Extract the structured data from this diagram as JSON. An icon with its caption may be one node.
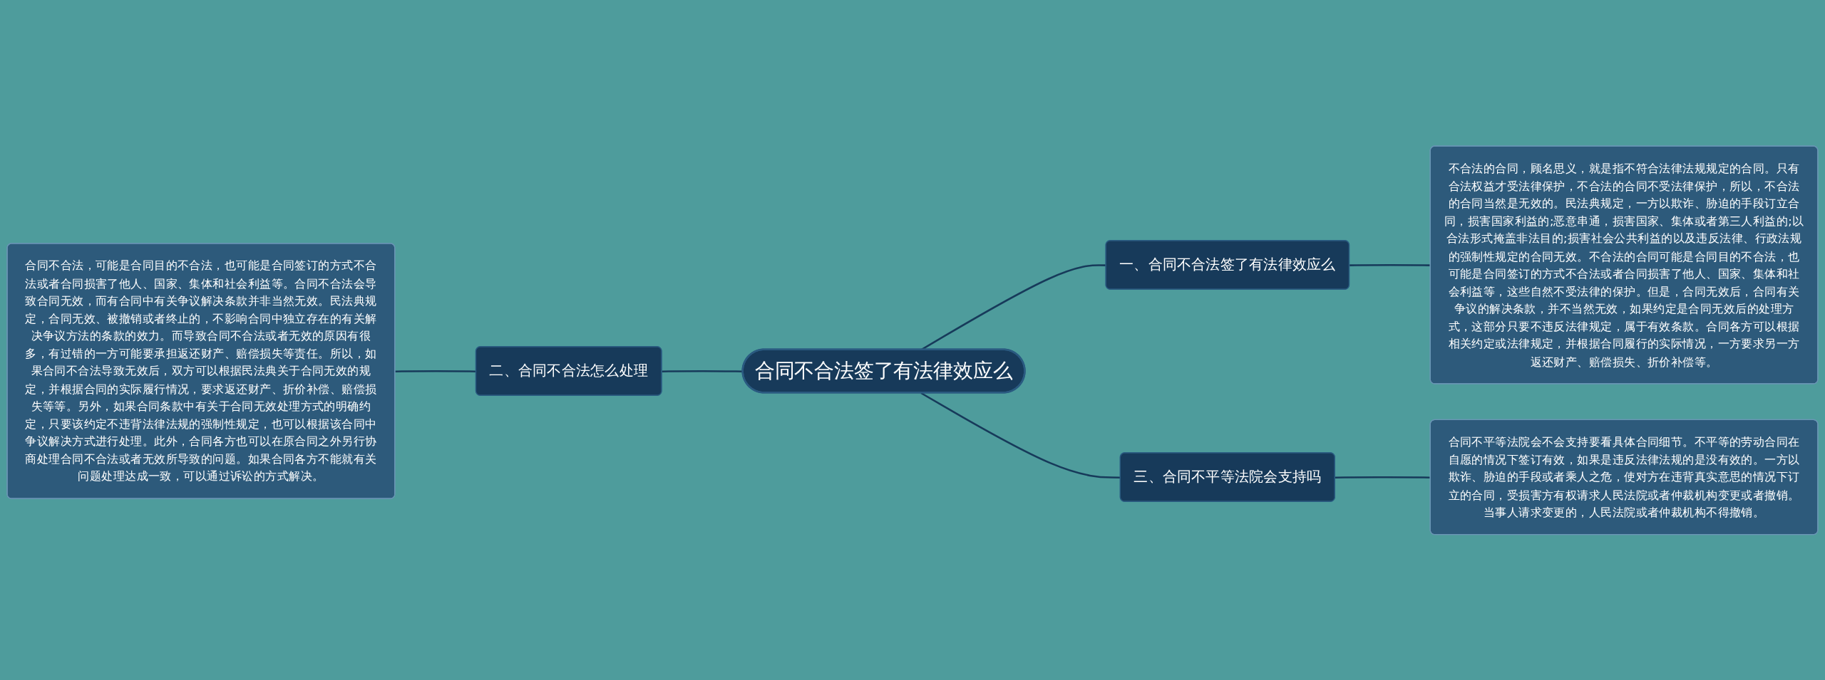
{
  "diagram": {
    "nodes": [
      {
        "text": [
          "合同不合法签了有法律效应么"
        ]
      },
      {
        "text": [
          "一、合同不合法签了有法律效应么"
        ]
      },
      {
        "text": [
          "不合法的合同，顾名思义，就是指不符合法律法规规定的合同。只有合法权益才受法律保护，不合法的合同不受法律保护，所以，不合法的合同当然是无效的。民法典规定，一方以欺诈、胁迫的手段订立合同，损害国家利益的;恶意串通，损害国家、集体或者第三人利益的;以合法形式掩盖非法目的;损害社会公共利益的以及违反法律、行政法规的强制性规定的合同无效。不合法的合同可能是合同目的不合法，也可能是合同签订的方式不合法或者合同损害了他人、国家、集体和社会利益等，这些自然不受法律的保护。但是，合同无效后，合同有关争议的解决条款，并不当然无效，如果约定是合同无效后的处理方式，这部分只要不违反法律规定，属于有效条款。合同各方可以根据相关约定或法律规定，并根据合同履行的实际情况，一方要求另一方返还财产、赔偿损失、折价补偿等。"
        ]
      },
      {
        "text": [
          "二、合同不合法怎么处理"
        ]
      },
      {
        "text": [
          "合同不合法，可能是合同目的不合法，也可能是合同签订的方式不合法或者合同损害了他人、国家、集体和社会利益等。合同不合法会导致合同无效，而有合同中有关争议解决条款并非当然无效。民法典规定，合同无效、被撤销或者终止的，不影响合同中独立存在的有关解决争议方法的条款的效力。而导致合同不合法或者无效的原因有很多，有过错的一方可能要承担返还财产、赔偿损失等责任。所以，如果合同不合法导致无效后，双方可以根据民法典关于合同无效的规定，并根据合同的实际履行情况，要求返还财产、折价补偿、赔偿损失等等。另外，如果合同条款中有关于合同无效处理方式的明确约定，只要该约定不违背法律法规的强制性规定，也可以根据该合同中争议解决方式进行处理。此外，合同各方也可以在原合同之外另行协商处理合同不合法或者无效所导致的问题。如果合同各方不能就有关问题处理达成一致，可以通过诉讼的方式解决。"
        ]
      },
      {
        "text": [
          "三、合同不平等法院会支持吗"
        ]
      },
      {
        "text": [
          "合同不平等法院会不会支持要看具体合同细节。不平等的劳动合同在自愿的情况下签订有效，如果是违反法律法规的是没有效的。一方以欺诈、胁迫的手段或者乘人之危，使对方在违背真实意思的情况下订立的合同，受损害方有权请求人民法院或者仲裁机构变更或者撤销。当事人请求变更的，人民法院或者仲裁机构不得撤销。"
        ]
      }
    ],
    "edges": [
      {
        "from": 0,
        "to": 1,
        "arrow": "none"
      },
      {
        "from": 1,
        "to": 2,
        "arrow": "none"
      },
      {
        "from": 0,
        "to": 3,
        "arrow": "none"
      },
      {
        "from": 3,
        "to": 4,
        "arrow": "none"
      },
      {
        "from": 0,
        "to": 5,
        "arrow": "none"
      },
      {
        "from": 5,
        "to": 6,
        "arrow": "none"
      }
    ]
  }
}
